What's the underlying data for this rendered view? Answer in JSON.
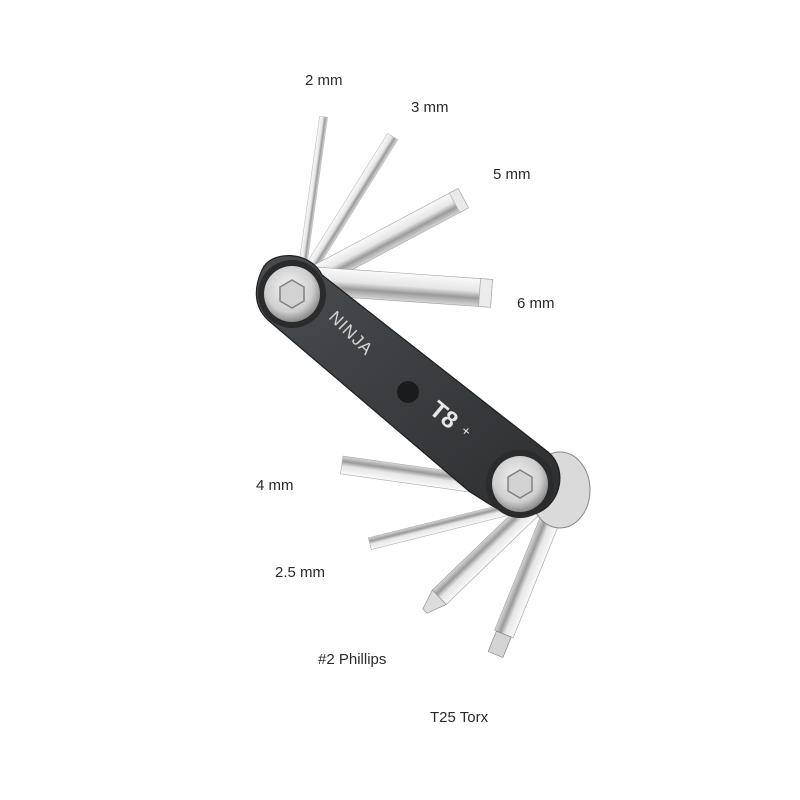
{
  "product": {
    "brand_text": "NINJA",
    "model_text": "T8",
    "model_suffix": "+"
  },
  "labels": {
    "hex_2mm": "2 mm",
    "hex_3mm": "3 mm",
    "hex_5mm": "5 mm",
    "hex_6mm": "6 mm",
    "hex_4mm": "4 mm",
    "hex_2_5mm": "2.5 mm",
    "phillips": "#2 Phillips",
    "torx": "T25 Torx"
  },
  "colors": {
    "background": "#ffffff",
    "body": "#3a3d40",
    "steel_light": "#f2f2f2",
    "steel_mid": "#c9c9c9",
    "steel_dark": "#7a7a7a",
    "label_text": "#2a2a2a"
  }
}
